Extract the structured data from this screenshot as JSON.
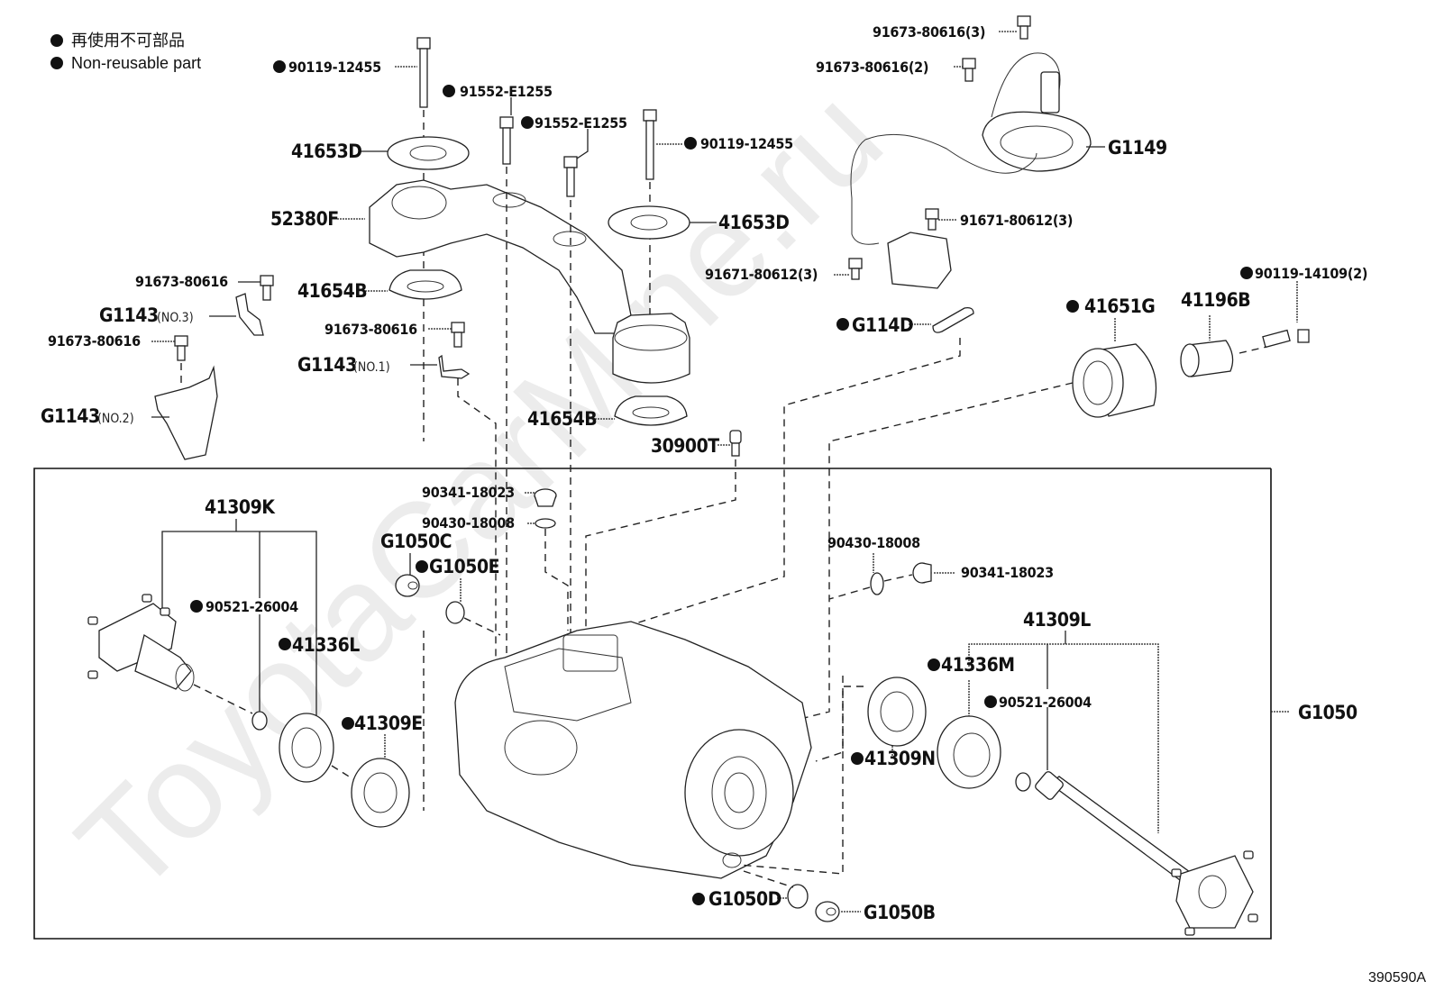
{
  "legend": {
    "items": [
      {
        "symbol": "filled-circle",
        "text": "再使用不可部品"
      },
      {
        "symbol": "filled-circle",
        "text": "Non-reusable part"
      }
    ]
  },
  "watermark": "ToyotaCarMine.ru",
  "diagram_code": "390590A",
  "group_label": "G1050",
  "labels": {
    "bolt_90119_12455_left": {
      "text": "90119-12455",
      "non_reusable": true
    },
    "bolt_91552_e1255_a": {
      "text": "91552-E1255",
      "non_reusable": true
    },
    "bolt_91552_e1255_b": {
      "text": "91552-E1255",
      "non_reusable": true
    },
    "bolt_90119_12455_right": {
      "text": "90119-12455",
      "non_reusable": true
    },
    "washer_41653d_left": {
      "text": "41653D",
      "non_reusable": false
    },
    "washer_41653d_right": {
      "text": "41653D",
      "non_reusable": false
    },
    "member_52380f": {
      "text": "52380F",
      "non_reusable": false
    },
    "cushion_41654b_left": {
      "text": "41654B",
      "non_reusable": false
    },
    "cushion_41654b_right": {
      "text": "41654B",
      "non_reusable": false
    },
    "bolt_91673_80616_a": {
      "text": "91673-80616",
      "non_reusable": false
    },
    "bolt_91673_80616_b": {
      "text": "91673-80616",
      "non_reusable": false
    },
    "bolt_91673_80616_c": {
      "text": "91673-80616",
      "non_reusable": false
    },
    "bracket_g1143_no3": {
      "text": "G1143",
      "note": "(NO.3)",
      "non_reusable": false
    },
    "bracket_g1143_no1": {
      "text": "G1143",
      "note": "(NO.1)",
      "non_reusable": false
    },
    "bracket_g1143_no2": {
      "text": "G1143",
      "note": "(NO.2)",
      "non_reusable": false
    },
    "bolt_91673_80616_3": {
      "text": "91673-80616(3)",
      "non_reusable": false
    },
    "bolt_91673_80616_2": {
      "text": "91673-80616(2)",
      "non_reusable": false
    },
    "harness_g1149": {
      "text": "G1149",
      "non_reusable": false
    },
    "bolt_91671_80612_3_a": {
      "text": "91671-80612(3)",
      "non_reusable": false
    },
    "bolt_91671_80612_3_b": {
      "text": "91671-80612(3)",
      "non_reusable": false
    },
    "gasket_g114d": {
      "text": "G114D",
      "non_reusable": true
    },
    "bushing_41651g": {
      "text": "41651G",
      "non_reusable": true
    },
    "collar_41196b": {
      "text": "41196B",
      "non_reusable": false
    },
    "bolt_90119_14109_2": {
      "text": "90119-14109(2)",
      "non_reusable": true
    },
    "breather_30900t": {
      "text": "30900T",
      "non_reusable": false
    },
    "plug_90341_18023_a": {
      "text": "90341-18023",
      "non_reusable": false
    },
    "gasket_90430_18008_a": {
      "text": "90430-18008",
      "non_reusable": false
    },
    "plug_g1050c": {
      "text": "G1050C",
      "non_reusable": false
    },
    "gasket_g1050e": {
      "text": "G1050E",
      "non_reusable": true
    },
    "shaft_41309k": {
      "text": "41309K",
      "non_reusable": false
    },
    "snap_ring_90521_26004_a": {
      "text": "90521-26004",
      "non_reusable": true
    },
    "seal_41336l": {
      "text": "41336L",
      "non_reusable": true
    },
    "seal_41309e": {
      "text": "41309E",
      "non_reusable": true
    },
    "gasket_90430_18008_b": {
      "text": "90430-18008",
      "non_reusable": false
    },
    "plug_90341_18023_b": {
      "text": "90341-18023",
      "non_reusable": false
    },
    "shaft_41309l": {
      "text": "41309L",
      "non_reusable": false
    },
    "seal_41336m": {
      "text": "41336M",
      "non_reusable": true
    },
    "snap_ring_90521_26004_b": {
      "text": "90521-26004",
      "non_reusable": true
    },
    "seal_41309n": {
      "text": "41309N",
      "non_reusable": true
    },
    "gasket_g1050d": {
      "text": "G1050D",
      "non_reusable": true
    },
    "plug_g1050b": {
      "text": "G1050B",
      "non_reusable": false
    }
  }
}
